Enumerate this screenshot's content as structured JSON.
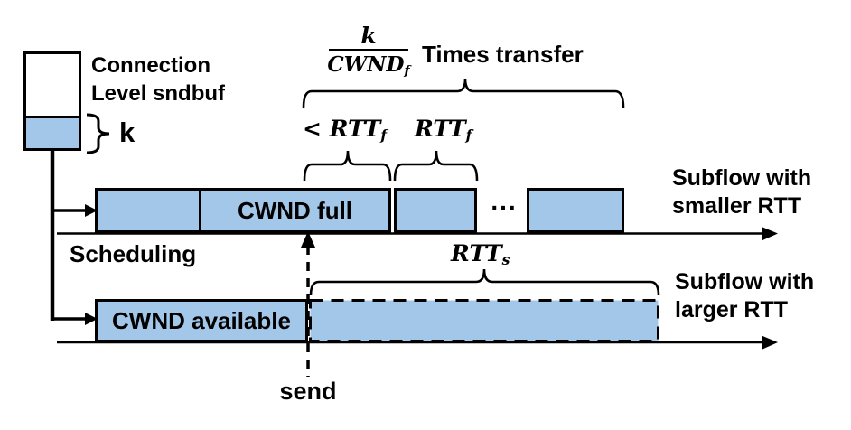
{
  "colors": {
    "box_fill": "#A3C7E8",
    "stroke": "#000000"
  },
  "sndbuf": {
    "label": "Connection\nLevel sndbuf",
    "k_label": "k"
  },
  "formula": {
    "numerator": "k",
    "denominator_base": "CWND",
    "denominator_sub": "f",
    "caption": "Times transfer"
  },
  "fast_subflow": {
    "lt_rtt": {
      "prefix": "< ",
      "base": "RTT",
      "sub": "f"
    },
    "rtt": {
      "base": "RTT",
      "sub": "f"
    },
    "cwnd_full_label": "CWND full",
    "ellipsis": "...",
    "side_label": "Subflow with\nsmaller RTT"
  },
  "slow_subflow": {
    "rtt": {
      "base": "RTT",
      "sub": "s"
    },
    "cwnd_available_label": "CWND available",
    "side_label": "Subflow with\nlarger RTT"
  },
  "scheduling_label": "Scheduling",
  "send_label": "send"
}
